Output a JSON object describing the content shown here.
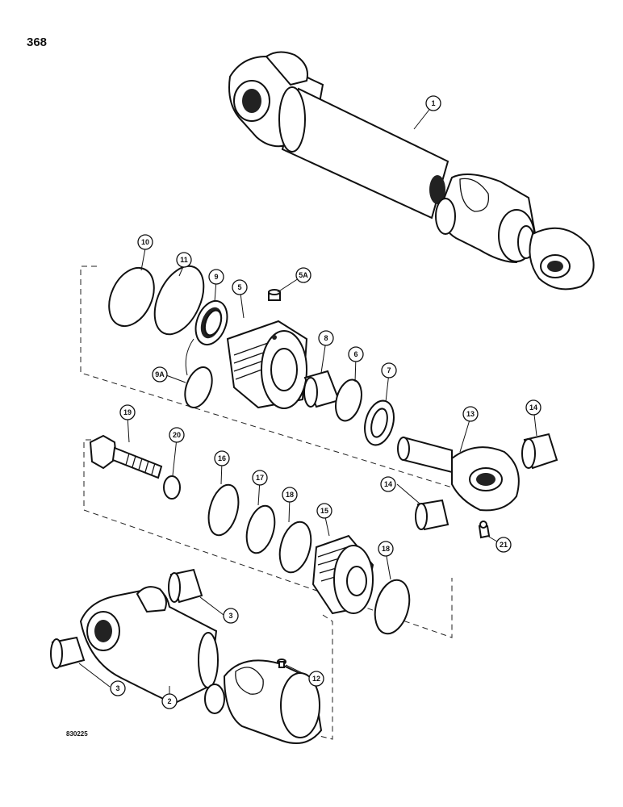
{
  "page_number": "368",
  "figure_code": "830225",
  "callouts": {
    "c1": "1",
    "c2": "2",
    "c3a": "3",
    "c3b": "3",
    "c5": "5",
    "c5a": "5A",
    "c6": "6",
    "c7": "7",
    "c8": "8",
    "c9": "9",
    "c9a": "9A",
    "c10": "10",
    "c11": "11",
    "c12": "12",
    "c13": "13",
    "c14a": "14",
    "c14b": "14",
    "c15": "15",
    "c16": "16",
    "c17": "17",
    "c18a": "18",
    "c18b": "18",
    "c19": "19",
    "c20": "20",
    "c21": "21"
  }
}
